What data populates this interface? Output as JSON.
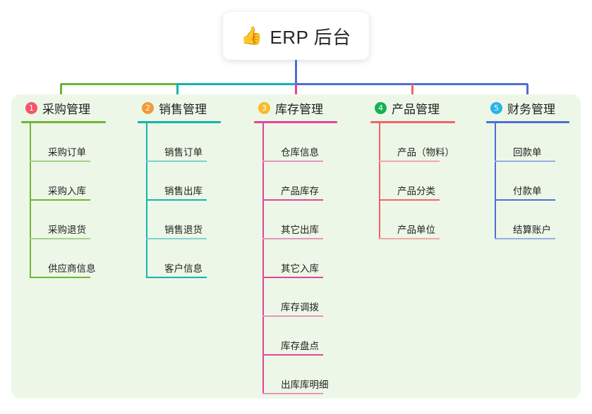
{
  "root": {
    "icon": "thumbs-up-icon",
    "icon_glyph": "👍",
    "title": "ERP 后台"
  },
  "palette": {
    "panel_background": "#edf7e7",
    "page_background": "#ffffff",
    "text": "#1f1f1f"
  },
  "columns": [
    {
      "number": "1",
      "title": "采购管理",
      "badge_color": "#f4566b",
      "accent": "#6eb536",
      "accent_light": "#a8cf8c",
      "items": [
        {
          "label": "采购订单"
        },
        {
          "label": "采购入库"
        },
        {
          "label": "采购退货"
        },
        {
          "label": "供应商信息"
        }
      ]
    },
    {
      "number": "2",
      "title": "销售管理",
      "badge_color": "#f29a3a",
      "accent": "#11b5ae",
      "accent_light": "#7fd2ce",
      "items": [
        {
          "label": "销售订单"
        },
        {
          "label": "销售出库"
        },
        {
          "label": "销售退货"
        },
        {
          "label": "客户信息"
        }
      ]
    },
    {
      "number": "3",
      "title": "库存管理",
      "badge_color": "#f5bc2e",
      "accent": "#e8429a",
      "accent_light": "#eb93c0",
      "items": [
        {
          "label": "仓库信息"
        },
        {
          "label": "产品库存"
        },
        {
          "label": "其它出库"
        },
        {
          "label": "其它入库"
        },
        {
          "label": "库存调拨"
        },
        {
          "label": "库存盘点"
        },
        {
          "label": "出库库明细"
        }
      ]
    },
    {
      "number": "4",
      "title": "产品管理",
      "badge_color": "#13b254",
      "accent": "#f4626a",
      "accent_light": "#f4a6a8",
      "items": [
        {
          "label": "产品（物料）"
        },
        {
          "label": "产品分类"
        },
        {
          "label": "产品单位"
        }
      ]
    },
    {
      "number": "5",
      "title": "财务管理",
      "badge_color": "#26b4e8",
      "accent": "#4e6ed9",
      "accent_light": "#97aee4",
      "items": [
        {
          "label": "回款单"
        },
        {
          "label": "付款单"
        },
        {
          "label": "结算账户"
        }
      ]
    }
  ],
  "connectors": {
    "trunk_color": "#4e6ed9",
    "segments": [
      {
        "name": "segment-green",
        "color": "#6eb536"
      },
      {
        "name": "segment-teal",
        "color": "#11b5ae"
      },
      {
        "name": "segment-blue",
        "color": "#4e6ed9"
      }
    ],
    "drops": [
      {
        "name": "drop-purchase",
        "color": "#6eb536"
      },
      {
        "name": "drop-sales",
        "color": "#11b5ae"
      },
      {
        "name": "drop-inventory",
        "color": "#e8429a"
      },
      {
        "name": "drop-product",
        "color": "#f4626a"
      },
      {
        "name": "drop-finance",
        "color": "#4e6ed9"
      }
    ]
  }
}
